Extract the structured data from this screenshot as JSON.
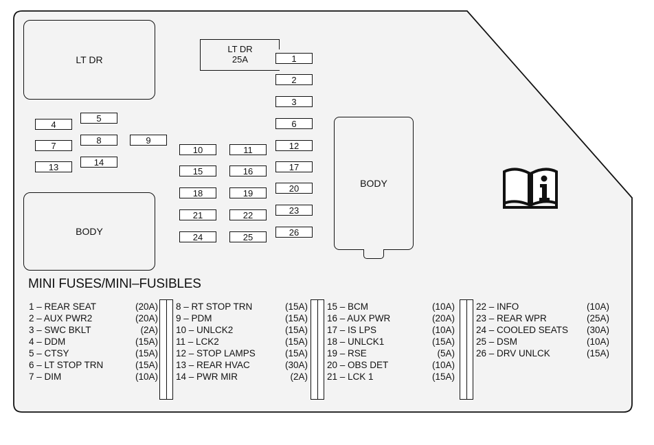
{
  "relays": {
    "lt_dr": "LT DR",
    "body_left": "BODY",
    "body_right": "BODY"
  },
  "lt_dr_25a": {
    "line1": "LT DR",
    "line2": "25A"
  },
  "fuses": [
    "1",
    "2",
    "3",
    "4",
    "5",
    "6",
    "7",
    "8",
    "9",
    "10",
    "11",
    "12",
    "13",
    "14",
    "15",
    "16",
    "17",
    "18",
    "19",
    "20",
    "21",
    "22",
    "23",
    "24",
    "25",
    "26"
  ],
  "icon": "owner-manual-info-icon",
  "section_title": "MINI FUSES/MINI–FUSIBLES",
  "legend": {
    "col1": [
      {
        "label": "1 – REAR SEAT",
        "amp": "(20A)"
      },
      {
        "label": "2 – AUX PWR2",
        "amp": "(20A)"
      },
      {
        "label": "3 – SWC BKLT",
        "amp": "(2A)"
      },
      {
        "label": "4 – DDM",
        "amp": "(15A)"
      },
      {
        "label": "5 – CTSY",
        "amp": "(15A)"
      },
      {
        "label": "6 – LT STOP TRN",
        "amp": "(15A)"
      },
      {
        "label": "7 – DIM",
        "amp": "(10A)"
      }
    ],
    "col2": [
      {
        "label": "8 – RT STOP TRN",
        "amp": "(15A)"
      },
      {
        "label": "9 – PDM",
        "amp": "(15A)"
      },
      {
        "label": "10 – UNLCK2",
        "amp": "(15A)"
      },
      {
        "label": "11 – LCK2",
        "amp": "(15A)"
      },
      {
        "label": "12 – STOP LAMPS",
        "amp": "(15A)"
      },
      {
        "label": "13 – REAR HVAC",
        "amp": "(30A)"
      },
      {
        "label": "14 – PWR MIR",
        "amp": "(2A)"
      }
    ],
    "col3": [
      {
        "label": "15 – BCM",
        "amp": "(10A)"
      },
      {
        "label": "16 – AUX PWR",
        "amp": "(20A)"
      },
      {
        "label": "17 – IS LPS",
        "amp": "(10A)"
      },
      {
        "label": "18 – UNLCK1",
        "amp": "(15A)"
      },
      {
        "label": "19 – RSE",
        "amp": "(5A)"
      },
      {
        "label": "20 – OBS DET",
        "amp": "(10A)"
      },
      {
        "label": "21 – LCK 1",
        "amp": "(15A)"
      }
    ],
    "col4": [
      {
        "label": "22 – INFO",
        "amp": "(10A)"
      },
      {
        "label": "23 – REAR WPR",
        "amp": "(25A)"
      },
      {
        "label": "24 – COOLED SEATS",
        "amp": "(30A)"
      },
      {
        "label": "25 – DSM",
        "amp": "(10A)"
      },
      {
        "label": "26 – DRV UNLCK",
        "amp": "(15A)"
      }
    ]
  }
}
